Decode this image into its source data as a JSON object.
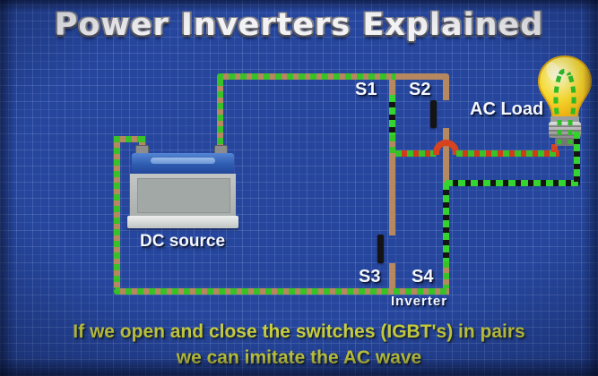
{
  "title": "Power Inverters Explained",
  "diagram": {
    "source_label": "DC source",
    "load_label": "AC Load",
    "inverter_label": "Inverter",
    "icons": {
      "source": "car-battery-icon",
      "load": "light-bulb-icon"
    },
    "switches": {
      "s1": {
        "label": "S1",
        "state": "closed"
      },
      "s2": {
        "label": "S2",
        "state": "open"
      },
      "s3": {
        "label": "S3",
        "state": "open"
      },
      "s4": {
        "label": "S4",
        "state": "closed"
      }
    }
  },
  "caption": {
    "line1": "If we open and close the switches (IGBT's) in pairs",
    "line2": "we can imitate the AC wave"
  },
  "colors": {
    "background": "#26469d",
    "grid_line": "#3d5cb0",
    "wire_neutral": "#b5885f",
    "wire_live_red": "#d23a1c",
    "wire_return_black": "#141414",
    "current_dash_green": "#38c228",
    "title_text": "#f2f2f4",
    "caption_text": "#cdd23e",
    "label_text": "#f4f7ff",
    "bulb_glow": "#f6d823"
  }
}
